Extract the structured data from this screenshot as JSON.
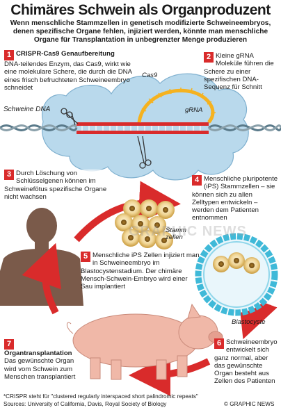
{
  "title": "Chimäres Schwein als Organproduzent",
  "subtitle": "Wenn menschliche Stammzellen in genetisch modifizierte Schweineembryos, denen spezifische Organe fehlen, injiziert werden, könnte man menschliche Organe für Transplantation in unbegrenzter Menge produzieren",
  "steps": [
    {
      "num": "1",
      "heading": "CRISPR-Cas9 Genaufbereitung",
      "text": "DNA-teilendes Enzym, das Cas9, wirkt wie eine molekulare Schere, die durch die DNA eines frisch befruchteten Schweineembryo schneidet"
    },
    {
      "num": "2",
      "text": "Kleine gRNA Moleküle führen die Schere zu einer spezifischen DNA-Sequenz für Schnitt"
    },
    {
      "num": "3",
      "text": "Durch Löschung von Schlüsselgenen können im Schweinefötus spezifische Organe nicht wachsen"
    },
    {
      "num": "4",
      "text": "Menschliche pluripotente (iPS) Stammzellen – sie können sich zu allen Zelltypen entwickeln – werden dem Patienten entnommen"
    },
    {
      "num": "5",
      "text": "Menschliche iPS Zellen injiziert man in Schweineembryo im Blastocystenstadium. Der chimäre Mensch-Schwein-Embryo wird einer Sau implantiert"
    },
    {
      "num": "6",
      "text": "Schweineembryo entwickelt sich ganz normal, aber das gewünschte Organ besteht aus Zellen des Patienten"
    },
    {
      "num": "7",
      "heading": "Organtransplantation",
      "text": "Das gewünschte Organ wird vom Schwein zum Menschen transplantiert"
    }
  ],
  "labels": {
    "cas9": "Cas9",
    "grna": "gRNA",
    "dna": "Schweine DNA",
    "stem": "Stamm zellen",
    "blasto": "Blastocyste"
  },
  "footnote": "*CRISPR steht für \"clustered regularly interspaced short palindromic repeats\"",
  "sources": "Sources: University of California, Davis, Royal Society of Biology",
  "credit": "© GRAPHIC NEWS",
  "watermark": "GRAPHIC NEWS",
  "colors": {
    "accent": "#d92b2b",
    "cas9": "#b9d9ec",
    "grna": "#f5b21f",
    "cell": "#f2d9a0",
    "blasto": "#3fb9d8"
  }
}
